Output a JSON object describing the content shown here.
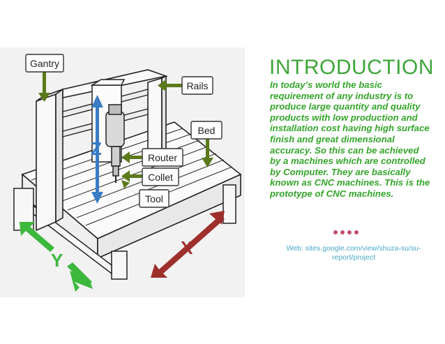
{
  "figure": {
    "labels": {
      "gantry": "Gantry",
      "rails": "Rails",
      "bed": "Bed",
      "router": "Router",
      "collet": "Collet",
      "tool": "Tool"
    },
    "axes": {
      "x": "X",
      "y": "Y",
      "z": "Z"
    },
    "colors": {
      "callout_arrow": "#5b7a1a",
      "z_axis": "#3a7cc4",
      "y_axis": "#3cb83c",
      "x_axis": "#9e2f2c",
      "panel": "#f2f2f2"
    }
  },
  "title": "INTRODUCTION",
  "body": "In today’s world the basic requirement of any industry is to produce large quantity and quality products with low production and installation cost having high surface finish and great dimensional accuracy. So this can be achieved by a machines which are controlled by Computer. They are basically known as CNC machines. This is the prototype of CNC machines.",
  "source": "Web: sites.google.com/view/shuza-su/su-report/project",
  "colors": {
    "title": "#3ea53a",
    "body": "#33a529",
    "dots": "#c0506a",
    "source": "#4aa8c8"
  }
}
